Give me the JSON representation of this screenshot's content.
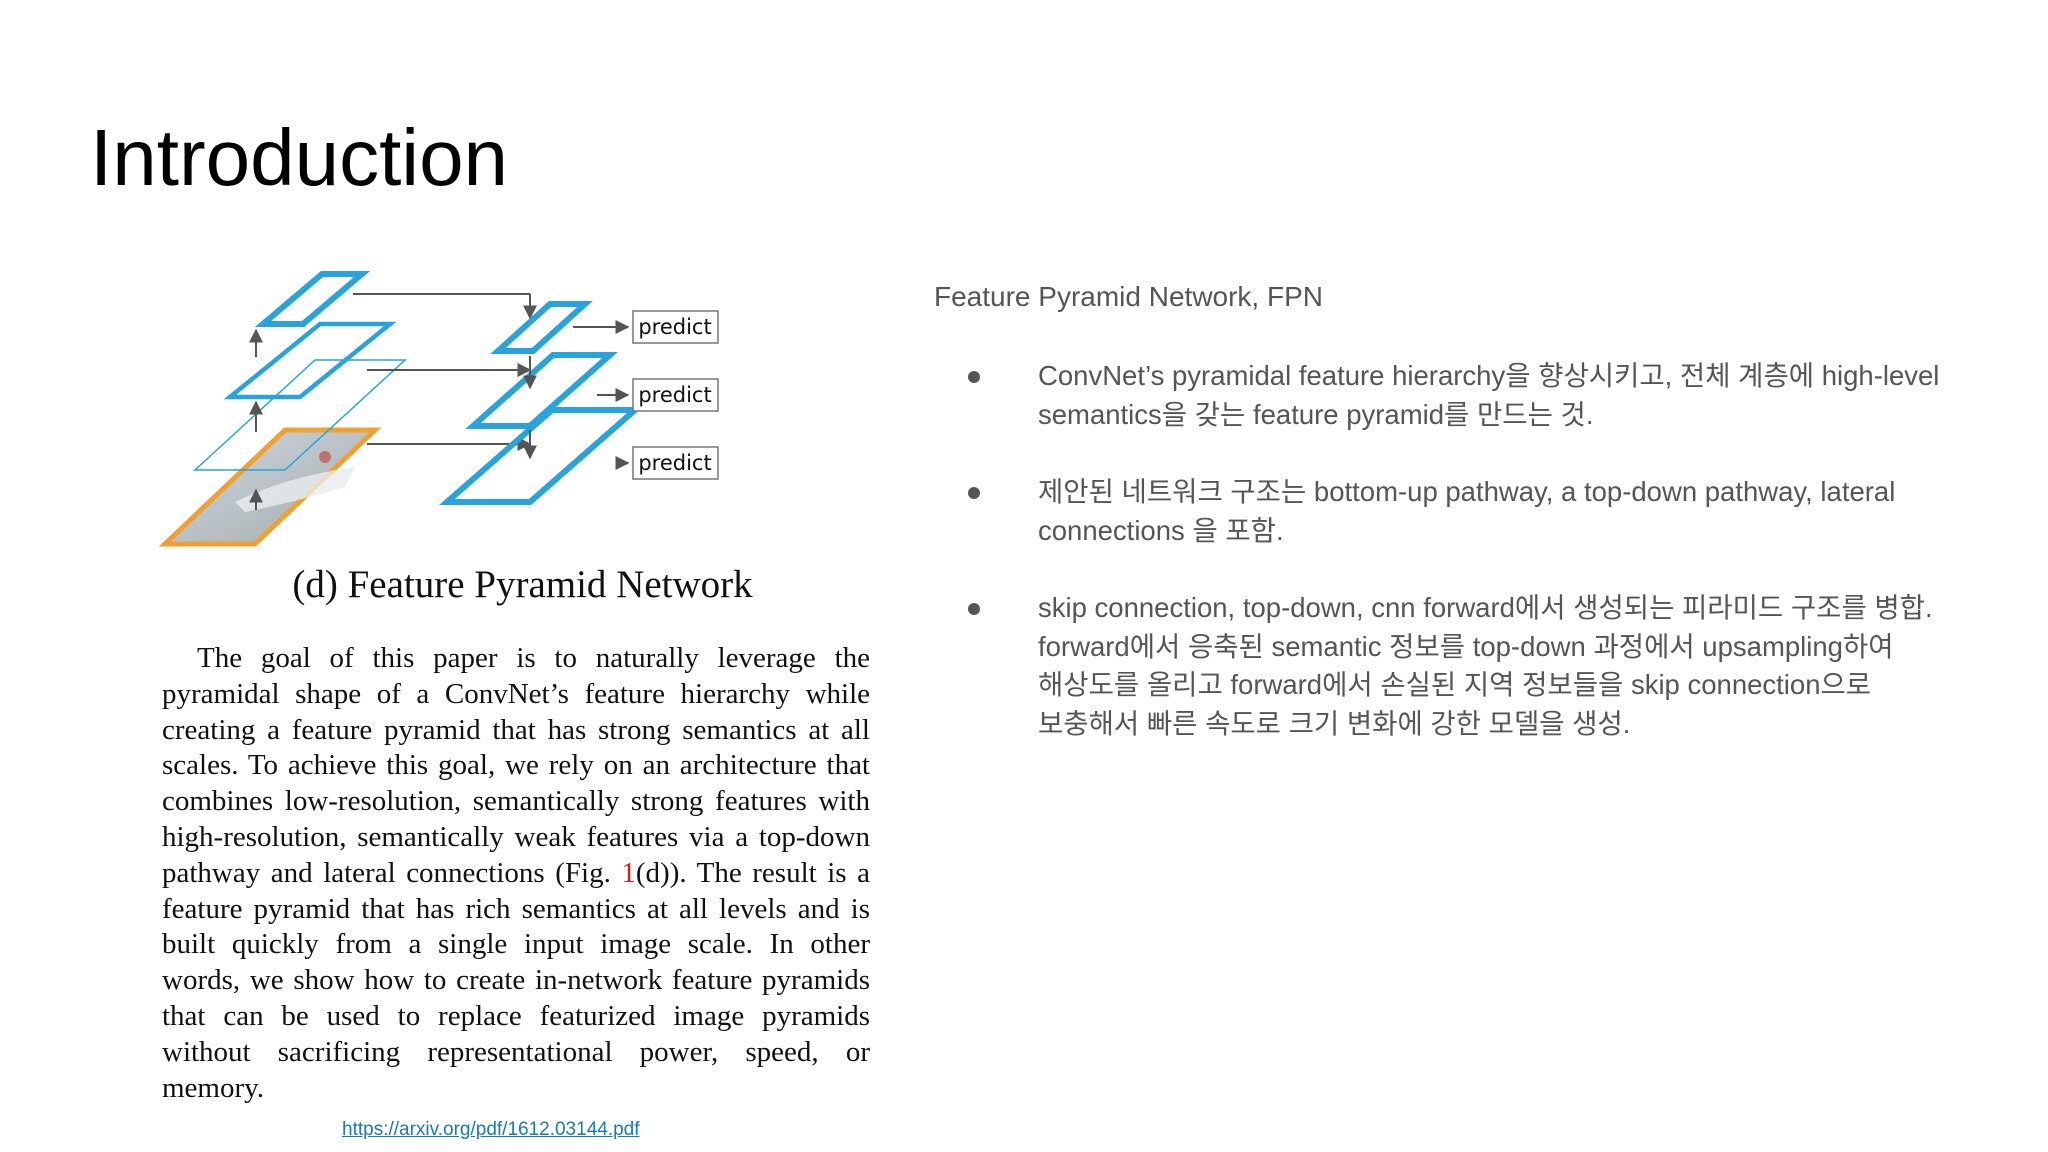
{
  "slide": {
    "title": "Introduction"
  },
  "figure": {
    "predict_labels": [
      "predict",
      "predict",
      "predict"
    ],
    "caption": "(d) Feature Pyramid Network",
    "colors": {
      "pyramid_blue": "#29a3dc",
      "input_orange": "#f0a030",
      "arrow_gray": "#555555"
    }
  },
  "paper": {
    "paragraph_before_ref": "The goal of this paper is to naturally leverage the pyramidal shape of a ConvNet’s feature hierarchy while creating a feature pyramid that has strong semantics at all scales. To achieve this goal, we rely on an architecture that combines low-resolution, semantically strong features with high-resolution, semantically weak features via a top-down pathway and lateral connections (Fig. ",
    "ref": "1",
    "paragraph_after_ref": "(d)).  The result is a feature pyramid that has rich semantics at all levels and is built quickly from a single input image scale.  In other words, we show how to create in-network feature pyramids that can be used to replace featurized image pyramids without sacrificing representational power, speed, or memory.",
    "link": "https://arxiv.org/pdf/1612.03144.pdf"
  },
  "right": {
    "subtitle": "Feature Pyramid Network, FPN",
    "bullets": [
      "ConvNet’s pyramidal feature hierarchy을 향상시키고, 전체 계층에 high-level\nsemantics을 갖는 feature pyramid를 만드는 것.",
      "제안된 네트워크 구조는 bottom-up pathway, a top-down pathway,  lateral\nconnections 을 포함.",
      "skip connection, top-down, cnn forward에서 생성되는 피라미드 구조를 병합.\nforward에서 응축된 semantic 정보를 top-down 과정에서 upsampling하여\n해상도를 올리고 forward에서 손실된 지역 정보들을 skip connection으로\n보충해서 빠른 속도로 크기 변화에 강한 모델을 생성."
    ]
  }
}
